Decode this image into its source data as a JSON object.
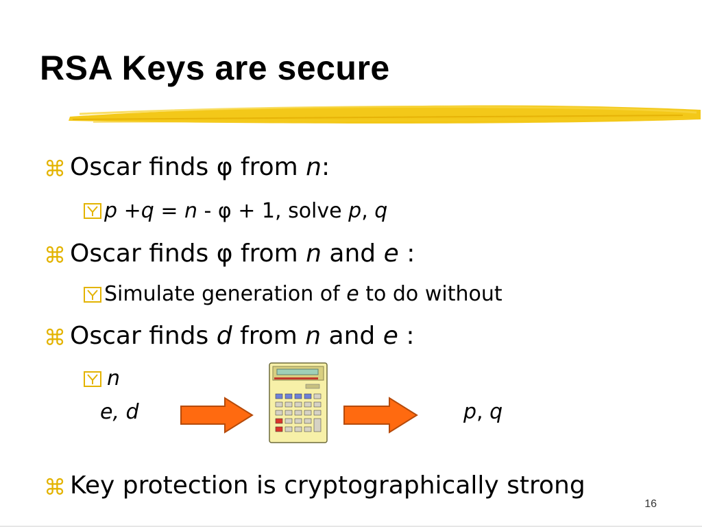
{
  "slide": {
    "title": "RSA Keys are secure",
    "page_number": "16"
  },
  "bullets": [
    {
      "prefix": "Oscar finds φ from ",
      "var1": "n",
      "suffix": ":"
    },
    {
      "prefix": "Oscar finds φ from ",
      "var1": "n",
      "mid": " and ",
      "var2": "e",
      "suffix": " :"
    },
    {
      "prefix": "Oscar finds ",
      "var1": "d",
      "mid": " from ",
      "var2": "n",
      "mid2": " and ",
      "var3": "e",
      "suffix": " :"
    },
    {
      "text": "Key protection is cryptographically strong"
    }
  ],
  "sub_bullets": {
    "b1": {
      "p": "p",
      "plus": " +",
      "q": "q",
      "eq": " = ",
      "n": "n",
      "rest": " - φ + 1,  solve ",
      "p2": "p",
      "comma": ", ",
      "q2": "q"
    },
    "b2": {
      "prefix": "Simulate generation of ",
      "e": "e",
      "suffix": " to do without"
    },
    "b3": {
      "n": "n"
    }
  },
  "flow": {
    "input": "e, d",
    "output_p": "p",
    "output_sep": ", ",
    "output_q": "q"
  },
  "colors": {
    "bullet": "#e3b300",
    "brush": "#f2c200",
    "arrow_fill": "#ff6a10",
    "arrow_stroke": "#b54a0a",
    "calc_body": "#f7f0a8"
  },
  "icons": {
    "bullet_icon": "command-key-icon",
    "sub_bullet_icon": "y-box-icon",
    "arrow_icon": "right-arrow-icon",
    "calculator_icon": "calculator-icon"
  }
}
